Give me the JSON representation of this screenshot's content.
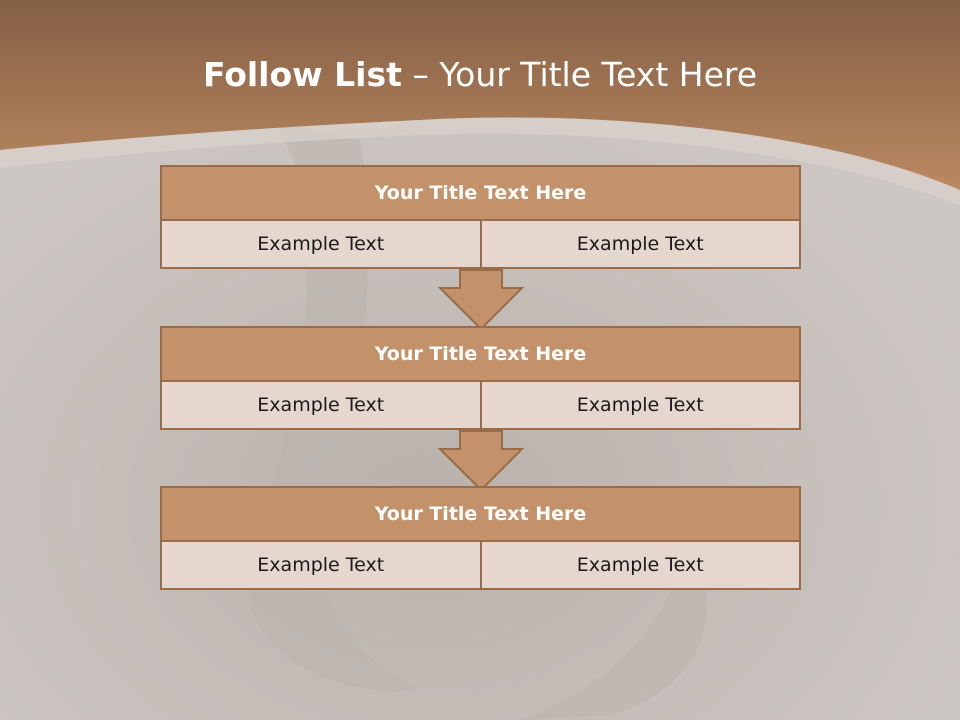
{
  "slide": {
    "title_strong": "Follow List",
    "title_rest": " – Your Title Text Here"
  },
  "colors": {
    "band_top": "#845f44",
    "band_bottom": "#bb8962",
    "header_fill": "#c4926a",
    "cell_fill": "#e5d7ce",
    "border": "#9a6b48",
    "background": "#cbc5c1"
  },
  "blocks": [
    {
      "title": "Your Title Text Here",
      "cells": [
        "Example Text",
        "Example Text"
      ]
    },
    {
      "title": "Your Title Text Here",
      "cells": [
        "Example Text",
        "Example Text"
      ]
    },
    {
      "title": "Your Title Text Here",
      "cells": [
        "Example Text",
        "Example Text"
      ]
    }
  ],
  "connectors": [
    {
      "icon": "down-arrow-icon"
    },
    {
      "icon": "down-arrow-icon"
    }
  ]
}
